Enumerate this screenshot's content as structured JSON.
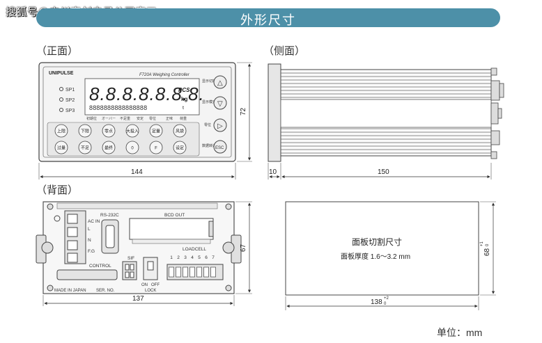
{
  "watermark": "搜狐号@广州南创电子公司宋工",
  "title": "外形尺寸",
  "sections": {
    "front": "（正面）",
    "side": "（侧面）",
    "back": "（背面）"
  },
  "front": {
    "brand": "UNIPULSE",
    "model": "F720A Weighing Controller",
    "sp_labels": [
      "SP1",
      "SP2",
      "SP3"
    ],
    "digits": "8.8.8.8.8.8.8.",
    "unit_pcs": "PCS",
    "unit_kg": "kg",
    "unit_t": "t",
    "status_labels": [
      "初期位",
      "オーバー",
      "不足重",
      "安定",
      "零位",
      "正味",
      "荷重"
    ],
    "keys_row1": [
      "上限",
      "下限",
      "零点",
      "大投入",
      "定量",
      "风袋"
    ],
    "keys_row2": [
      "过量",
      "不足",
      "最终",
      "0",
      "F",
      "设定"
    ],
    "side_keys": [
      "显示切换",
      "显示模式",
      "零位",
      "数据转送"
    ],
    "nav_icons": [
      "△",
      "▽",
      "▷",
      "ESC"
    ],
    "dim_width": "144",
    "dim_height": "72"
  },
  "side": {
    "dim_front": "10",
    "dim_depth": "150"
  },
  "back": {
    "rs232c": "RS-232C",
    "bcd_out": "BCD OUT",
    "ac_in": "AC IN",
    "l": "L",
    "n": "N",
    "fg": "F.G",
    "control": "CONTROL",
    "sif": "SIF",
    "on": "ON",
    "off": "OFF",
    "lock": "LOCK",
    "loadcell": "LOADCELL",
    "loadcell_pins": [
      "1",
      "2",
      "3",
      "4",
      "5",
      "6",
      "7"
    ],
    "made_in": "MADE IN JAPAN",
    "ser_no": "SER. NO.",
    "dim_width": "137",
    "dim_height": "67"
  },
  "cutout": {
    "title": "面板切割尺寸",
    "thickness": "面板厚度 1.6～3.2 mm",
    "dim_width": "138",
    "dim_width_tol_top": "+2",
    "dim_width_tol_bottom": "0",
    "dim_height": "68",
    "dim_height_tol_top": "+1",
    "dim_height_tol_bottom": "0"
  },
  "unit": "单位：mm"
}
